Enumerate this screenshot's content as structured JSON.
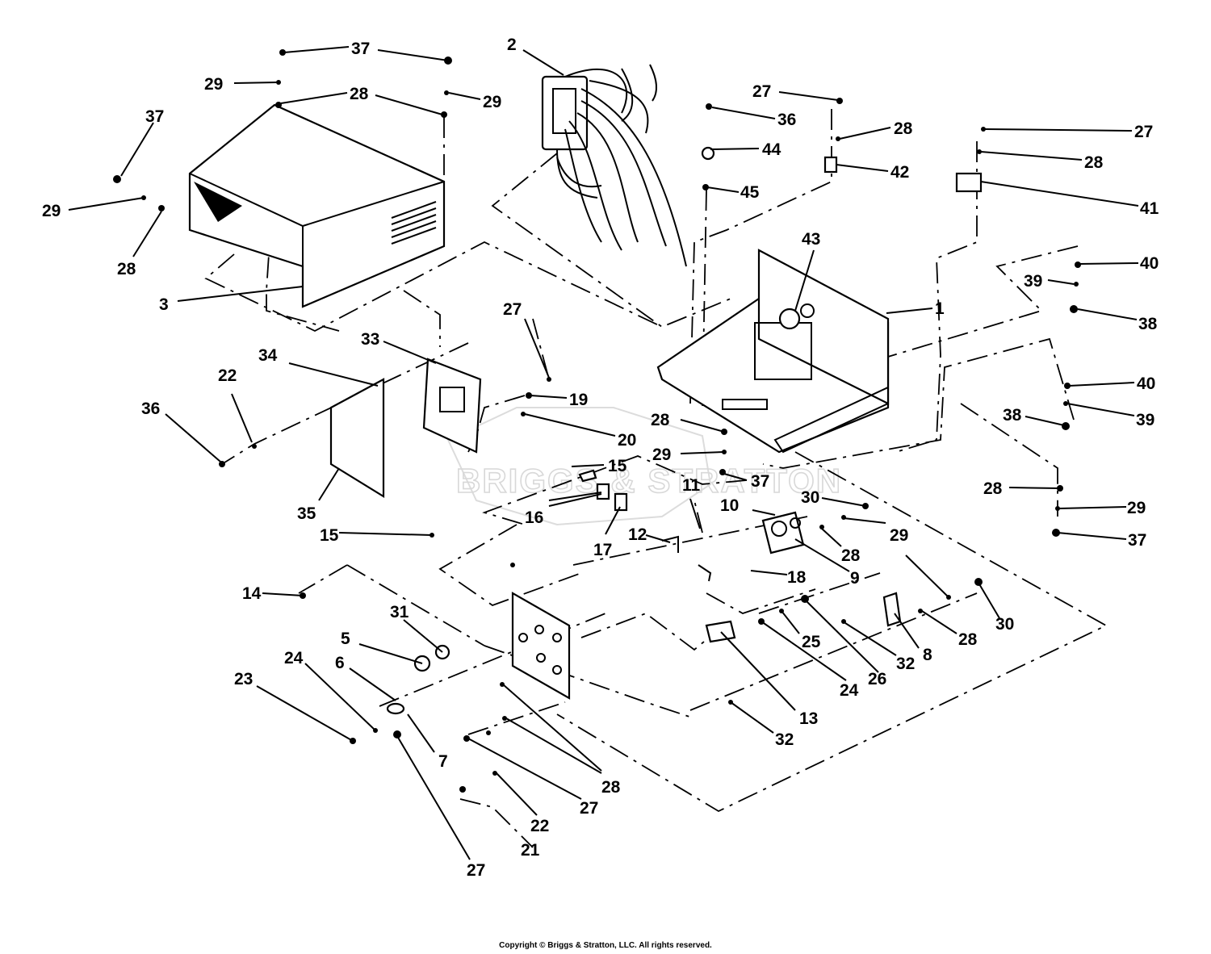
{
  "watermark": {
    "text": "BRIGGS & STRATTON"
  },
  "callouts": {
    "c1": "1",
    "c2": "2",
    "c3": "3",
    "c5": "5",
    "c6": "6",
    "c7": "7",
    "c8": "8",
    "c9": "9",
    "c10": "10",
    "c11": "11",
    "c12": "12",
    "c13": "13",
    "c14": "14",
    "c15a": "15",
    "c15b": "15",
    "c16": "16",
    "c17": "17",
    "c18": "18",
    "c19": "19",
    "c20": "20",
    "c21": "21",
    "c22a": "22",
    "c22b": "22",
    "c23": "23",
    "c24a": "24",
    "c24b": "24",
    "c25": "25",
    "c26": "26",
    "c27a": "27",
    "c27b": "27",
    "c27c": "27",
    "c27d": "27",
    "c27e": "27",
    "c28a": "28",
    "c28b": "28",
    "c28c": "28",
    "c28d": "28",
    "c28e": "28",
    "c28f": "28",
    "c28g": "28",
    "c28h": "28",
    "c28i": "28",
    "c29a": "29",
    "c29b": "29",
    "c29c": "29",
    "c29d": "29",
    "c29e": "29",
    "c29f": "29",
    "c30a": "30",
    "c30b": "30",
    "c31": "31",
    "c32a": "32",
    "c32b": "32",
    "c33": "33",
    "c34": "34",
    "c35": "35",
    "c36a": "36",
    "c36b": "36",
    "c37a": "37",
    "c37b": "37",
    "c37c": "37",
    "c37d": "37",
    "c38a": "38",
    "c38b": "38",
    "c39a": "39",
    "c39b": "39",
    "c40a": "40",
    "c40b": "40",
    "c41": "41",
    "c42": "42",
    "c43": "43",
    "c44": "44",
    "c45": "45"
  },
  "footer": {
    "copyright": "Copyright © Briggs & Stratton, LLC. All rights reserved."
  }
}
